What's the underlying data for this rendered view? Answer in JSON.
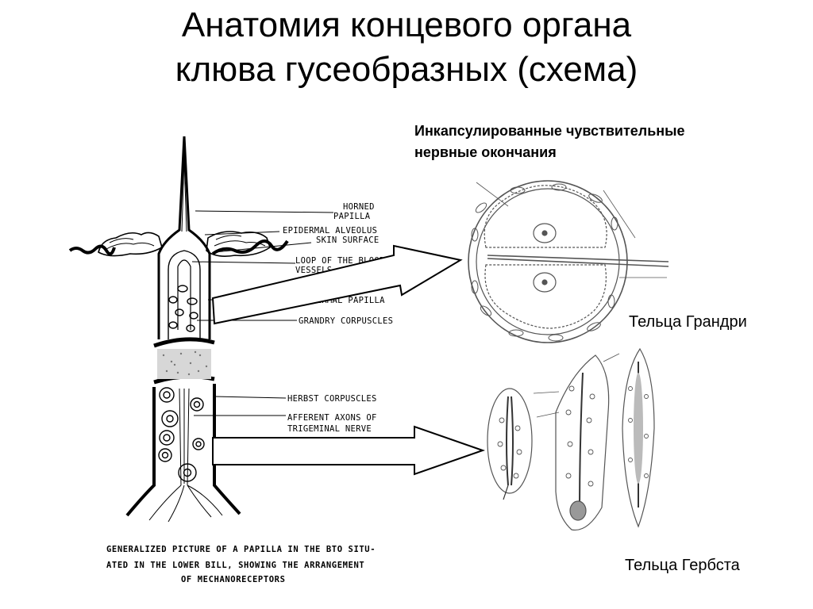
{
  "title": {
    "line1": "Анатомия концевого органа",
    "line2": "клюва гусеобразных (схема)"
  },
  "heading": {
    "line1": "Инкапсулированные чувствительные",
    "line2": "нервные окончания"
  },
  "captions": {
    "grandry": "Тельца Грандри",
    "herbst": "Тельца Гербста"
  },
  "papilla_labels": {
    "horned_1": "HORNED",
    "horned_2": "PAPILLA",
    "epidermal": "EPIDERMAL ALVEOLUS",
    "skin": "SKIN SURFACE",
    "loop_1": "LOOP OF THE BLOOD",
    "loop_2": "VESSELS",
    "dermal": "DERMAL PAPILLA",
    "grandry": "GRANDRY CORPUSCLES",
    "herbst": "HERBST CORPUSCLES",
    "afferent_1": "AFFERENT AXONS OF",
    "afferent_2": "TRIGEMINAL NERVE"
  },
  "figure_caption": {
    "line1": "GENERALIZED PICTURE OF A PAPILLA IN THE BTO SITU-",
    "line2": "ATED IN THE LOWER BILL, SHOWING THE ARRANGEMENT",
    "line3": "OF MECHANORECEPTORS"
  },
  "colors": {
    "ink": "#000000",
    "sketch": "#555555",
    "background": "#ffffff"
  }
}
